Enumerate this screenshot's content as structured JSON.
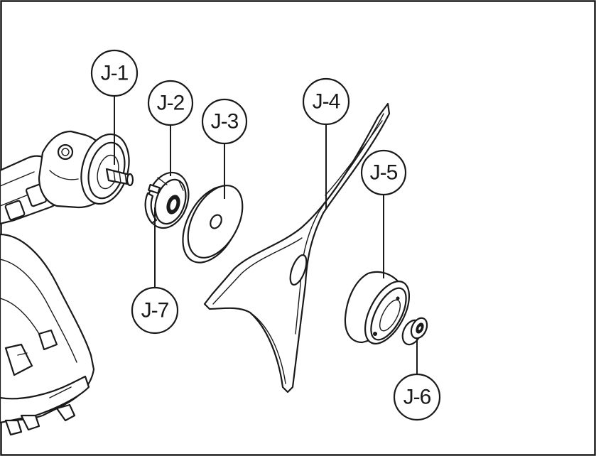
{
  "callouts": [
    {
      "id": "j1",
      "label": "J-1"
    },
    {
      "id": "j2",
      "label": "J-2"
    },
    {
      "id": "j3",
      "label": "J-3"
    },
    {
      "id": "j4",
      "label": "J-4"
    },
    {
      "id": "j5",
      "label": "J-5"
    },
    {
      "id": "j6",
      "label": "J-6"
    },
    {
      "id": "j7",
      "label": "J-7"
    }
  ]
}
